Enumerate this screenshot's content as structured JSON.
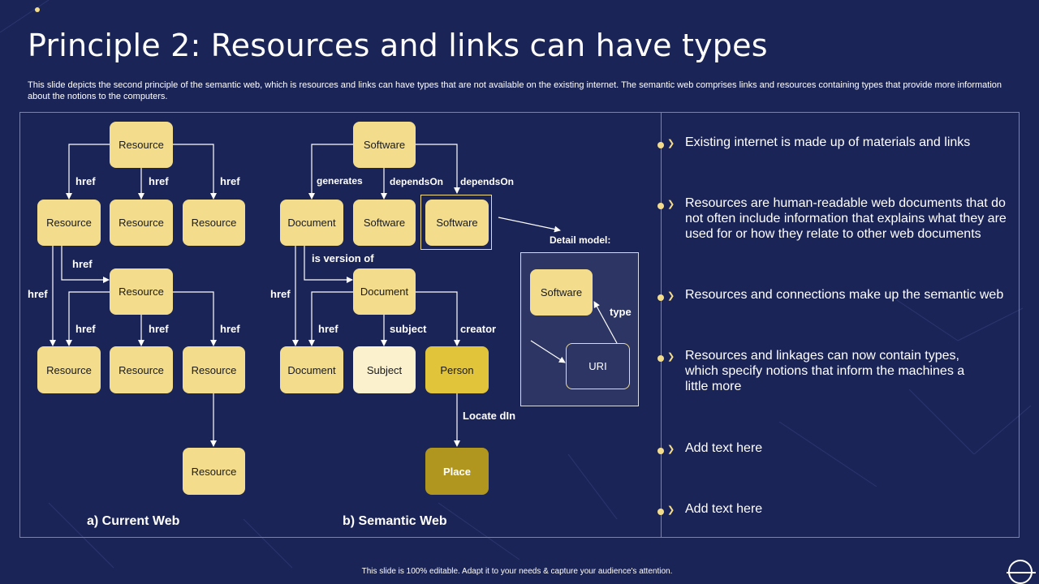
{
  "title": "Principle 2: Resources and links can have types",
  "description": "This slide depicts the second principle of the semantic web, which is resources and links can have types that are not available on the existing internet. The semantic web comprises links and resources containing types that provide more information about the notions to the computers.",
  "current_web": {
    "caption": "a) Current Web",
    "nodes": {
      "top": "Resource",
      "mid_left": "Resource",
      "mid_center": "Resource",
      "mid_right": "Resource",
      "center": "Resource",
      "bottom_left": "Resource",
      "bottom_center": "Resource",
      "bottom_right": "Resource",
      "last": "Resource"
    },
    "edge_label": "href"
  },
  "semantic_web": {
    "caption": "b) Semantic Web",
    "nodes": {
      "software_top": "Software",
      "document_1": "Document",
      "software_mid": "Software",
      "software_selected": "Software",
      "document_center": "Document",
      "document_2": "Document",
      "subject": "Subject",
      "person": "Person",
      "place": "Place"
    },
    "edge_labels": {
      "generates": "generates",
      "depends_on": "dependsOn",
      "is_version_of": "is version of",
      "href": "href",
      "subject": "subject",
      "creator": "creator",
      "locate_in": "Locate dIn"
    }
  },
  "detail_model": {
    "label": "Detail model:",
    "software": "Software",
    "uri": "URI",
    "type": "type"
  },
  "bullets": [
    "Existing internet is made up of materials and links",
    "Resources are human-readable web documents that do not often include information that explains what they are used for or how they relate to other web documents",
    "Resources and connections make up the semantic web",
    "Resources and linkages can now contain types, which specify notions that inform the machines a little more",
    "Add text here",
    "Add text here"
  ],
  "footer": "This slide is 100% editable.  Adapt it to your needs & capture your audience's attention.",
  "colors": {
    "background": "#1b2457",
    "box": "#f3dd8c",
    "box_light": "#fbf1cc",
    "box_gold": "#e2c43a",
    "box_dark": "#b0951e",
    "text": "#ffffff"
  }
}
